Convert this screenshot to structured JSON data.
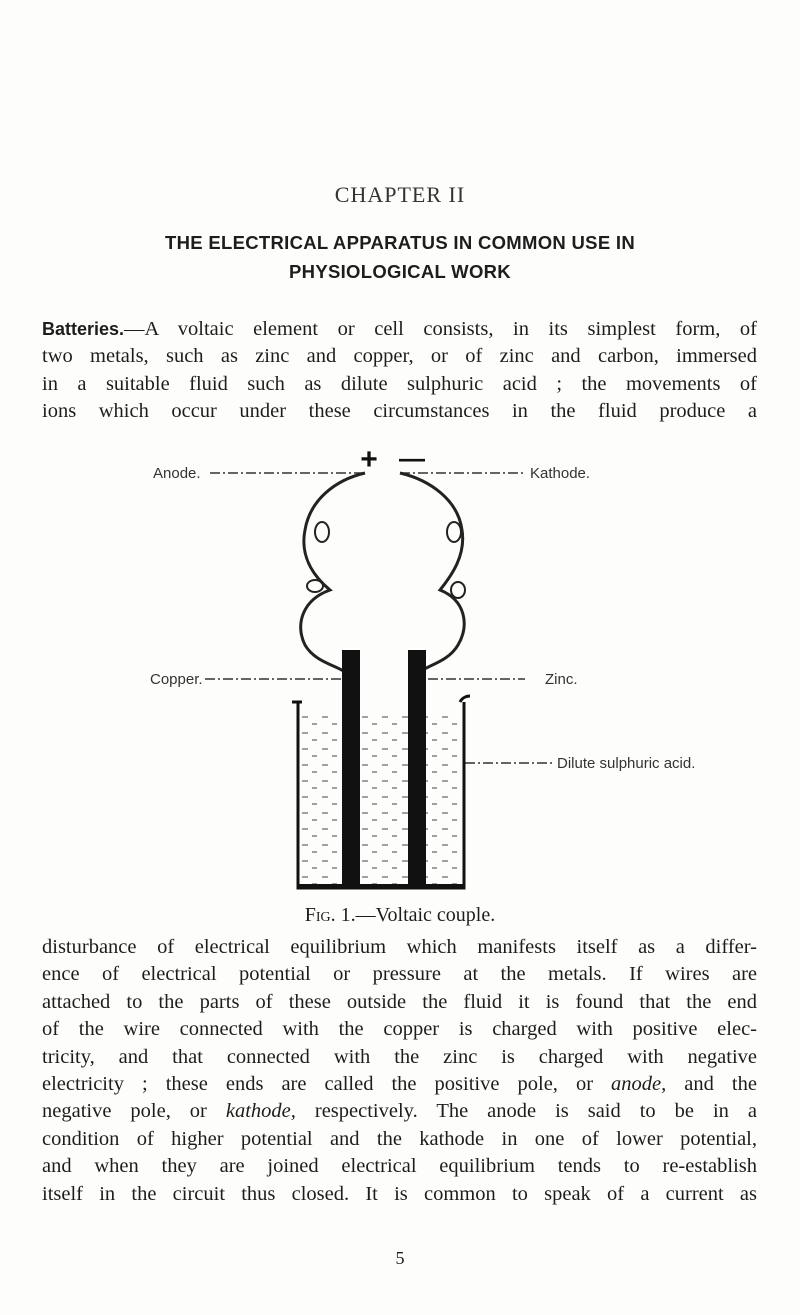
{
  "chapter": "CHAPTER II",
  "title": {
    "line1": "THE ELECTRICAL APPARATUS IN COMMON USE IN",
    "line2": "PHYSIOLOGICAL WORK"
  },
  "paragraph1": {
    "runin": "Batteries.",
    "lines": [
      "—A voltaic element or cell consists, in its simplest form, of",
      "two metals, such as zinc and copper, or of zinc and carbon, immersed",
      "in a suitable fluid such as dilute sulphuric acid ; the movements of",
      "ions which occur under these circumstances in the fluid produce a"
    ]
  },
  "figure": {
    "plus": "+",
    "minus": "—",
    "labels": {
      "anode": "Anode.",
      "kathode": "Kathode.",
      "copper": "Copper.",
      "zinc": "Zinc.",
      "acid": "Dilute sulphuric acid."
    },
    "caption_fig": "Fig.",
    "caption_rest": "1.—Voltaic couple."
  },
  "paragraph2": {
    "line1": "disturbance of electrical equilibrium which manifests itself as a differ-",
    "line2": "ence of electrical potential or pressure at the metals. If wires are",
    "line3": "attached to the parts of these outside the fluid it is found that the end",
    "line4": "of the wire connected with the copper is charged with positive elec-",
    "line5": "tricity, and that connected with the zinc is charged with negative",
    "line6_a": "electricity ; these ends are called the positive pole, or ",
    "line6_anode": "anode,",
    "line6_b": " and the",
    "line7_a": "negative pole, or ",
    "line7_kathode": "kathode,",
    "line7_b": " respectively. The anode is said to be in a",
    "line8": "condition of higher potential and the kathode in one of lower potential,",
    "line9": "and when they are joined electrical equilibrium tends to re-establish",
    "line10": "itself in the circuit thus closed. It is common to speak of a current as"
  },
  "page_number": "5"
}
